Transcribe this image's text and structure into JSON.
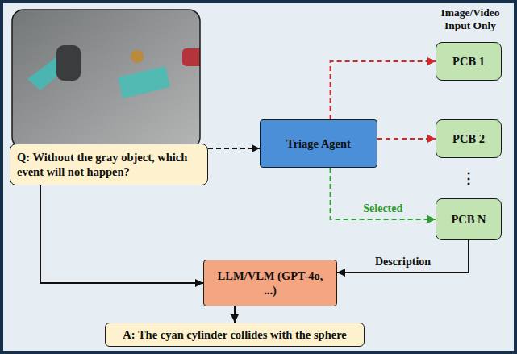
{
  "diagram": {
    "nodes": [
      {
        "text": [
          "Q: Without the gray object, which event will not happen?"
        ]
      },
      {
        "text": [
          "Triage Agent"
        ]
      },
      {
        "text": [
          "PCB 1"
        ]
      },
      {
        "text": [
          "PCB 2"
        ]
      },
      {
        "text": [
          "PCB N"
        ]
      },
      {
        "text": [
          "LLM/VLM (GPT-4o, ...)"
        ]
      },
      {
        "text": [
          "A: The cyan cylinder collides with the sphere"
        ]
      }
    ],
    "edges": [
      {
        "from": 0,
        "to": 1,
        "arrow": "to"
      },
      {
        "from": 1,
        "to": 2,
        "arrow": "to"
      },
      {
        "from": 1,
        "to": 3,
        "arrow": "to"
      },
      {
        "from": 1,
        "to": 4,
        "label": "Selected",
        "arrow": "to"
      },
      {
        "from": 4,
        "to": 5,
        "label": "Description",
        "arrow": "to"
      },
      {
        "from": 0,
        "to": 5,
        "arrow": "to"
      },
      {
        "from": 5,
        "to": 6,
        "arrow": "to"
      }
    ],
    "labels": [
      "Image/Video Input Only",
      "⋮"
    ]
  }
}
